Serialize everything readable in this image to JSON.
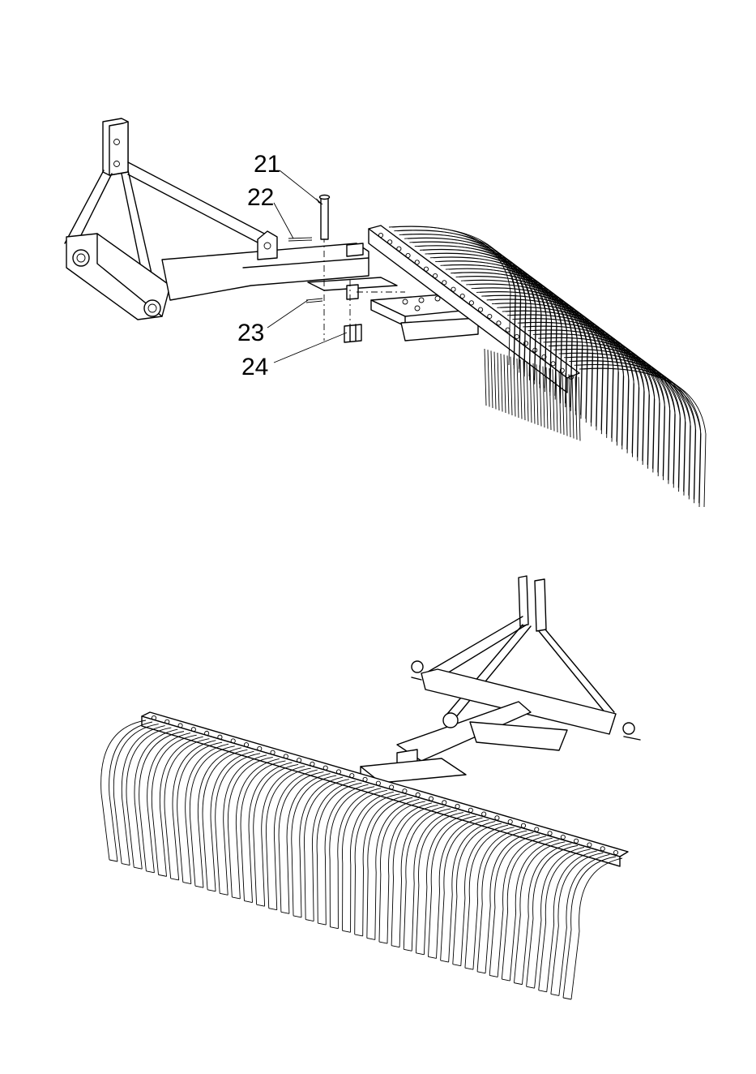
{
  "callouts": [
    {
      "id": "21",
      "label": "21"
    },
    {
      "id": "22",
      "label": "22"
    },
    {
      "id": "23",
      "label": "23"
    },
    {
      "id": "24",
      "label": "24"
    }
  ],
  "colors": {
    "line": "#000000",
    "background": "#ffffff"
  }
}
